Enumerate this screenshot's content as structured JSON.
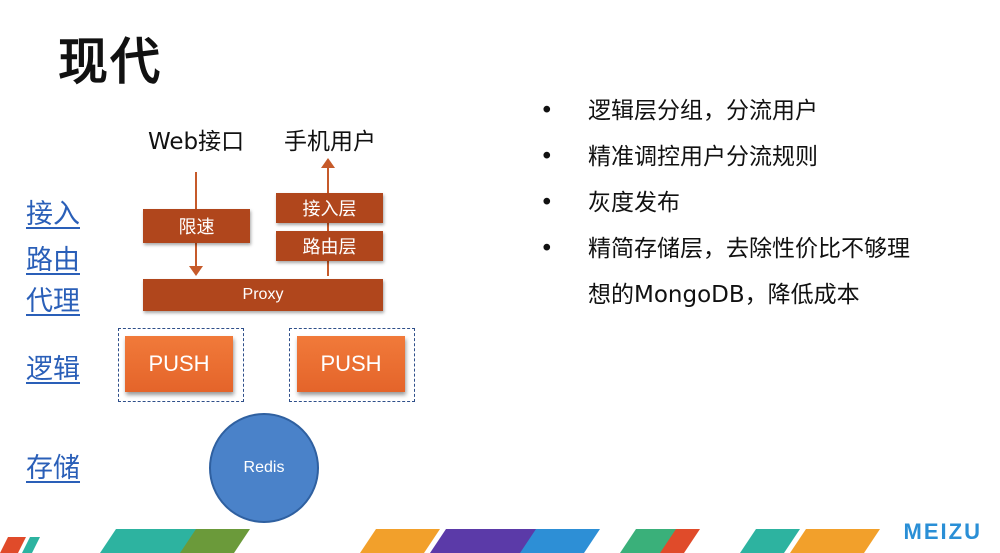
{
  "slide": {
    "title": "现代",
    "side_labels": [
      "接入",
      "路由",
      "代理",
      "逻辑",
      "存储"
    ],
    "clients": {
      "web": "Web接口",
      "mobile": "手机用户"
    },
    "boxes": {
      "ratelimit": "限速",
      "access": "接入层",
      "routing": "路由层",
      "proxy": "Proxy"
    },
    "push": [
      "PUSH",
      "PUSH"
    ],
    "storage": "Redis",
    "bullets": [
      "逻辑层分组，分流用户",
      "精准调控用户分流规则",
      "灰度发布",
      "精简存储层，去除性价比不够理",
      "想的MongoDB，降低成本"
    ],
    "bullet_char": "•",
    "brand": "MEIZU"
  },
  "colors": {
    "box": "#b0461c",
    "push": "#ee7333",
    "redis": "#4a82c9",
    "link": "#2a5fb8",
    "brand": "#2a8fd6"
  }
}
